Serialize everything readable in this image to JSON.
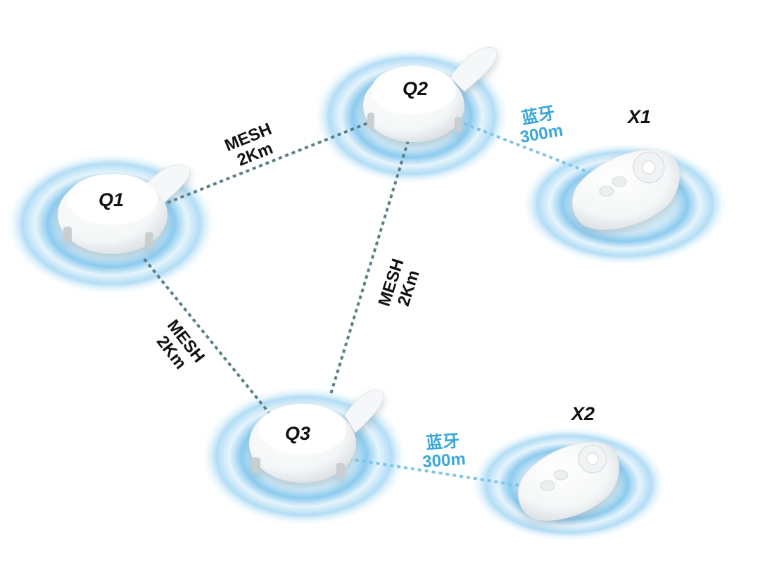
{
  "nodes": {
    "q1": {
      "label": "Q1"
    },
    "q2": {
      "label": "Q2"
    },
    "q3": {
      "label": "Q3"
    },
    "x1": {
      "label": "X1"
    },
    "x2": {
      "label": "X2"
    }
  },
  "links": {
    "q1_q2": {
      "line1": "MESH",
      "line2": "2Km"
    },
    "q2_q3": {
      "line1": "MESH",
      "line2": "2Km"
    },
    "q1_q3": {
      "line1": "MESH",
      "line2": "2Km"
    },
    "q2_x1": {
      "line1": "蓝牙",
      "line2": "300m"
    },
    "q3_x2": {
      "line1": "蓝牙",
      "line2": "300m"
    }
  },
  "colors": {
    "mesh_line": "#5a7f87",
    "bluetooth_line": "#7fc6e6",
    "bluetooth_text": "#3aa7d9",
    "halo": "#7ec8ee",
    "device_body": "#ffffff"
  }
}
